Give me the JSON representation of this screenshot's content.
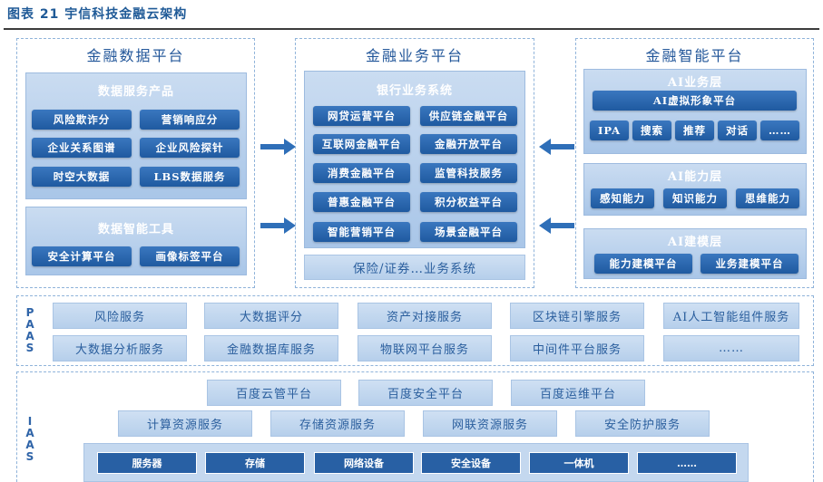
{
  "title": "图表 21 宇信科技金融云架构",
  "data_platform": {
    "title": "金融数据平台",
    "products": {
      "title": "数据服务产品",
      "items": [
        "风险欺诈分",
        "营销响应分",
        "企业关系图谱",
        "企业风险探针",
        "时空大数据",
        "LBS数据服务"
      ]
    },
    "tools": {
      "title": "数据智能工具",
      "items": [
        "安全计算平台",
        "画像标签平台"
      ]
    }
  },
  "business_platform": {
    "title": "金融业务平台",
    "bank": {
      "title": "银行业务系统",
      "items": [
        "网贷运营平台",
        "供应链金融平台",
        "互联网金融平台",
        "金融开放平台",
        "消费金融平台",
        "监管科技服务",
        "普惠金融平台",
        "积分权益平台",
        "智能营销平台",
        "场景金融平台"
      ]
    },
    "insurance": "保险/证券…业务系统"
  },
  "ai_platform": {
    "title": "金融智能平台",
    "business_layer": {
      "title": "AI业务层",
      "main": "AI虚拟形象平台",
      "items": [
        "IPA",
        "搜索",
        "推荐",
        "对话",
        "……"
      ]
    },
    "ability_layer": {
      "title": "AI能力层",
      "items": [
        "感知能力",
        "知识能力",
        "思维能力"
      ]
    },
    "modeling_layer": {
      "title": "AI建模层",
      "items": [
        "能力建模平台",
        "业务建模平台"
      ]
    }
  },
  "paas": {
    "label": "PAAS",
    "row1": [
      "风险服务",
      "大数据评分",
      "资产对接服务",
      "区块链引擎服务",
      "AI人工智能组件服务"
    ],
    "row2": [
      "大数据分析服务",
      "金融数据库服务",
      "物联网平台服务",
      "中间件平台服务",
      "……"
    ]
  },
  "iaas": {
    "label": "IAAS",
    "row1": [
      "百度云管平台",
      "百度安全平台",
      "百度运维平台"
    ],
    "row2": [
      "计算资源服务",
      "存储资源服务",
      "网联资源服务",
      "安全防护服务"
    ],
    "row3": [
      "服务器",
      "存储",
      "网络设备",
      "安全设备",
      "一体机",
      "……"
    ]
  },
  "colors": {
    "dark_blue": "#2860a4",
    "light_blue": "#c4d8ef",
    "border": "#8fb3da"
  }
}
